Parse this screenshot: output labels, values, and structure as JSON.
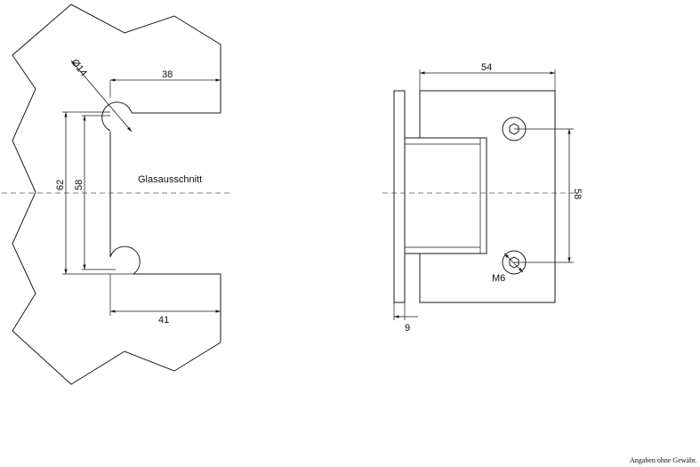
{
  "cutout_view": {
    "label": "Glasausschnitt",
    "diameter": "Ø14",
    "dim_top": "38",
    "dim_bottom": "41",
    "dim_outer": "62",
    "dim_inner": "58"
  },
  "hinge_view": {
    "dim_width": "54",
    "dim_holes": "58",
    "thread": "M6",
    "dim_plate": "9"
  },
  "footer_note": "Angaben ohne Gewähr."
}
